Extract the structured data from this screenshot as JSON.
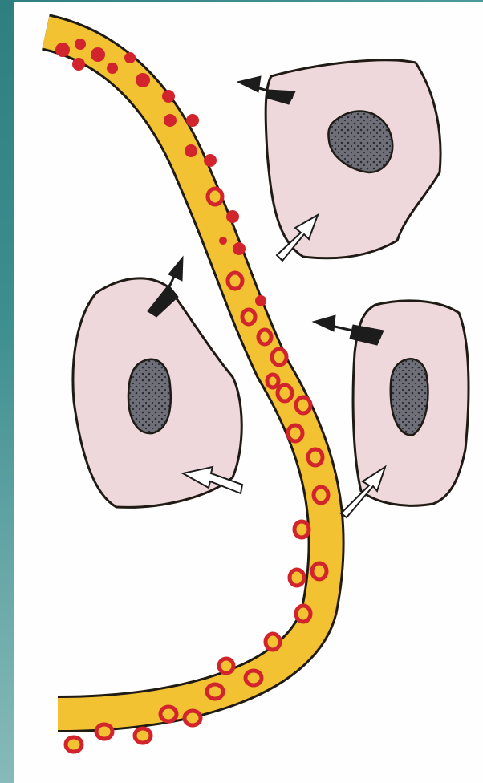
{
  "colors": {
    "background": "#fefefe",
    "accent_band": "#2e7f80",
    "vessel_fill": "#f3c232",
    "vessel_outline": "#1f1a14",
    "red_blood_cell": "#d2242c",
    "tissue_cell_fill": "#eed8db",
    "nucleus_fill": "#6e6f78",
    "arrow_out": "#1c1c1c",
    "arrow_in": "#ffffff"
  },
  "diagram": {
    "elements": [
      "capillary",
      "red-blood-cells",
      "tissue-cell",
      "nucleus",
      "dark-arrow",
      "light-arrow"
    ],
    "tissue_cell_count": 3
  }
}
